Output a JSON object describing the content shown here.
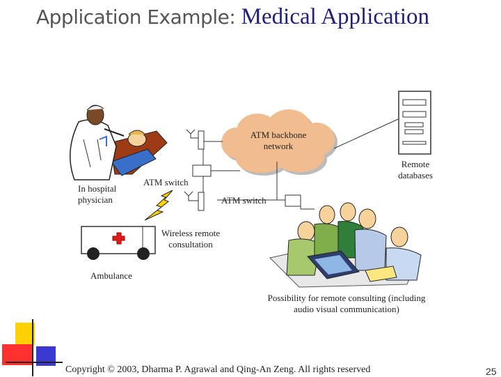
{
  "slide": {
    "title_prefix": "Application Example: ",
    "title_main": "Medical Application",
    "page_number": "25",
    "copyright": "Copyright © 2003, Dharma P. Agrawal and Qing-An Zeng. All rights reserved"
  },
  "diagram": {
    "backbone_label": "ATM backbone network",
    "remote_db_label": "Remote databases",
    "physician_label": "In hospital physician",
    "atm_switch_label_1": "ATM switch",
    "atm_switch_label_2": "ATM switch",
    "wireless_label": "Wireless remote consultation",
    "ambulance_label": "Ambulance",
    "consulting_label": "Possibility for remote consulting (including audio visual communication)"
  },
  "colors": {
    "title_accent": "#1f1f7a",
    "cloud_fill": "#f2bd8e",
    "lightning": "#ffd400",
    "deco_yellow": "#ffd200",
    "deco_red": "#ff3030",
    "deco_blue": "#3a3ad0"
  }
}
